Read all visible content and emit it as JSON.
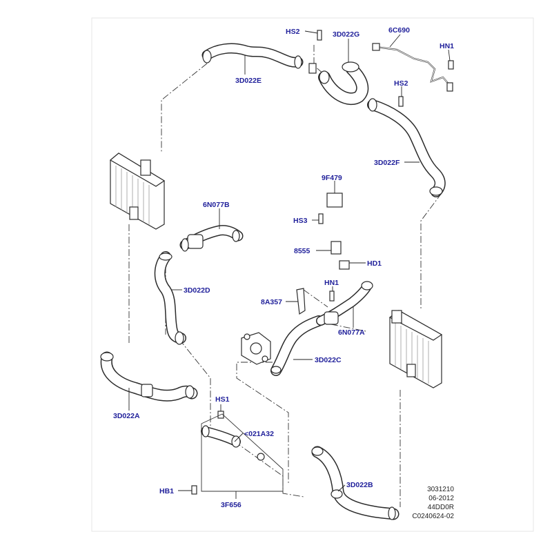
{
  "callouts": [
    {
      "id": "hs2-top",
      "text": "HS2"
    },
    {
      "id": "3d022g",
      "text": "3D022G"
    },
    {
      "id": "6c690",
      "text": "6C690"
    },
    {
      "id": "hn1-top",
      "text": "HN1"
    },
    {
      "id": "3d022e",
      "text": "3D022E"
    },
    {
      "id": "hs2-right",
      "text": "HS2"
    },
    {
      "id": "3d022f",
      "text": "3D022F"
    },
    {
      "id": "9f479",
      "text": "9F479"
    },
    {
      "id": "6n077b",
      "text": "6N077B"
    },
    {
      "id": "hs3",
      "text": "HS3"
    },
    {
      "id": "8555",
      "text": "8555"
    },
    {
      "id": "hd1",
      "text": "HD1"
    },
    {
      "id": "3d022d",
      "text": "3D022D"
    },
    {
      "id": "hn1-mid",
      "text": "HN1"
    },
    {
      "id": "8a357",
      "text": "8A357"
    },
    {
      "id": "6n077a",
      "text": "6N077A"
    },
    {
      "id": "3d022c",
      "text": "3D022C"
    },
    {
      "id": "3d022a",
      "text": "3D022A"
    },
    {
      "id": "hs1",
      "text": "HS1"
    },
    {
      "id": "021a32",
      "text": "<021A32"
    },
    {
      "id": "hb1",
      "text": "HB1"
    },
    {
      "id": "3f656",
      "text": "3F656"
    },
    {
      "id": "3d022b",
      "text": "3D022B"
    }
  ],
  "metadata": {
    "line1": "3031210",
    "line2": "06-2012",
    "line3": "44DD0R",
    "line4": "C0240624-02"
  },
  "colors": {
    "label": "#1f1f9a",
    "line": "#2b2b2b"
  }
}
